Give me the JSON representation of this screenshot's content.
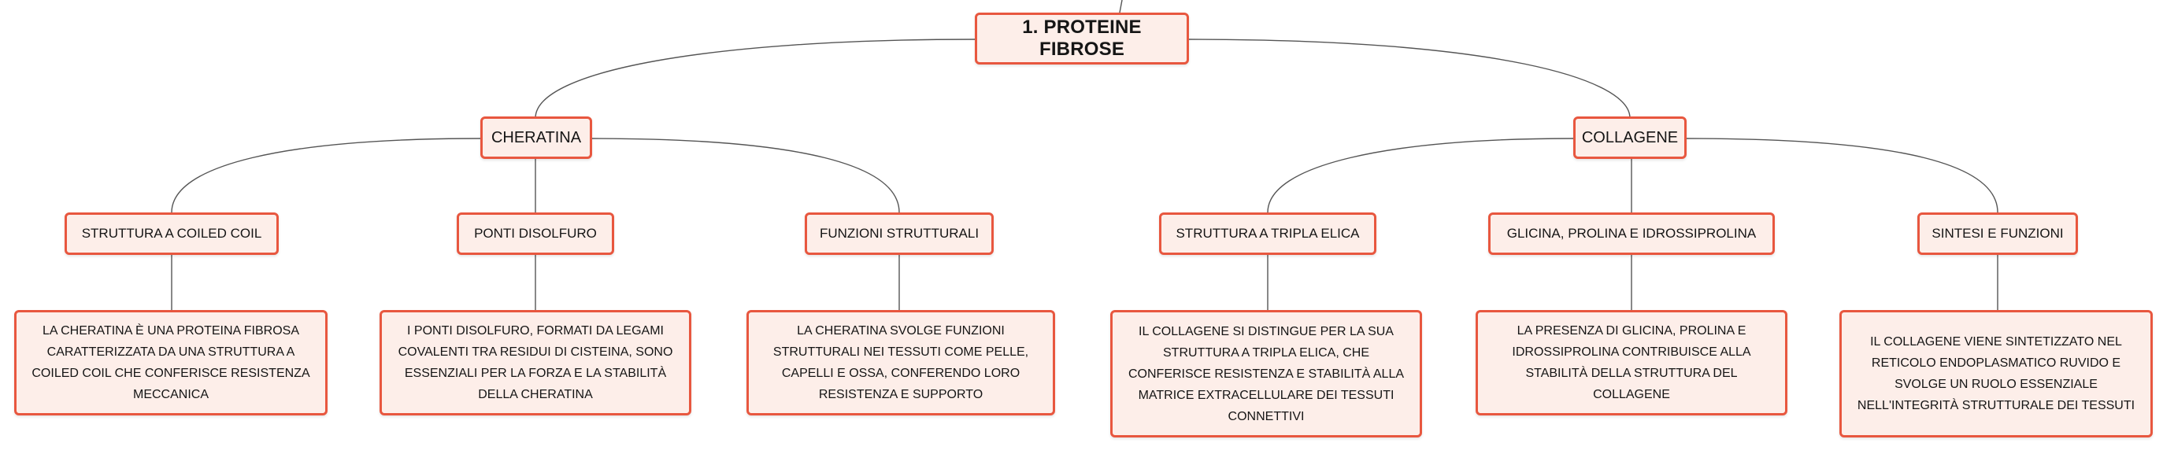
{
  "colors": {
    "node_fill": "#fdeee9",
    "node_border": "#e8573f",
    "connector": "#555555"
  },
  "root": {
    "label": "1. PROTEINE FIBROSE"
  },
  "branches": [
    {
      "label": "CHERATINA",
      "children": [
        {
          "label": "STRUTTURA A COILED COIL",
          "detail_lines": [
            "LA CHERATINA È UNA PROTEINA FIBROSA",
            "CARATTERIZZATA DA UNA STRUTTURA A",
            "COILED COIL CHE CONFERISCE RESISTENZA",
            "MECCANICA"
          ]
        },
        {
          "label": "PONTI DISOLFURO",
          "detail_lines": [
            "I PONTI DISOLFURO, FORMATI DA LEGAMI",
            "COVALENTI TRA RESIDUI DI CISTEINA, SONO",
            "ESSENZIALI PER LA FORZA E LA STABILITÀ",
            "DELLA CHERATINA"
          ]
        },
        {
          "label": "FUNZIONI STRUTTURALI",
          "detail_lines": [
            "LA CHERATINA SVOLGE FUNZIONI",
            "STRUTTURALI NEI TESSUTI COME PELLE,",
            "CAPELLI E OSSA, CONFERENDO LORO",
            "RESISTENZA E SUPPORTO"
          ]
        }
      ]
    },
    {
      "label": "COLLAGENE",
      "children": [
        {
          "label": "STRUTTURA A TRIPLA ELICA",
          "detail_lines": [
            "IL COLLAGENE SI DISTINGUE PER LA SUA",
            "STRUTTURA A TRIPLA ELICA, CHE",
            "CONFERISCE RESISTENZA E STABILITÀ ALLA",
            "MATRICE EXTRACELLULARE DEI TESSUTI",
            "CONNETTIVI"
          ]
        },
        {
          "label": "GLICINA, PROLINA E IDROSSIPROLINA",
          "detail_lines": [
            "LA PRESENZA DI GLICINA, PROLINA E",
            "IDROSSIPROLINA CONTRIBUISCE ALLA",
            "STABILITÀ DELLA STRUTTURA DEL",
            "COLLAGENE"
          ]
        },
        {
          "label": "SINTESI E FUNZIONI",
          "detail_lines": [
            "IL COLLAGENE VIENE SINTETIZZATO NEL",
            "RETICOLO ENDOPLASMATICO RUVIDO E",
            "SVOLGE UN RUOLO ESSENZIALE",
            "NELL'INTEGRITÀ STRUTTURALE DEI TESSUTI"
          ]
        }
      ]
    }
  ]
}
